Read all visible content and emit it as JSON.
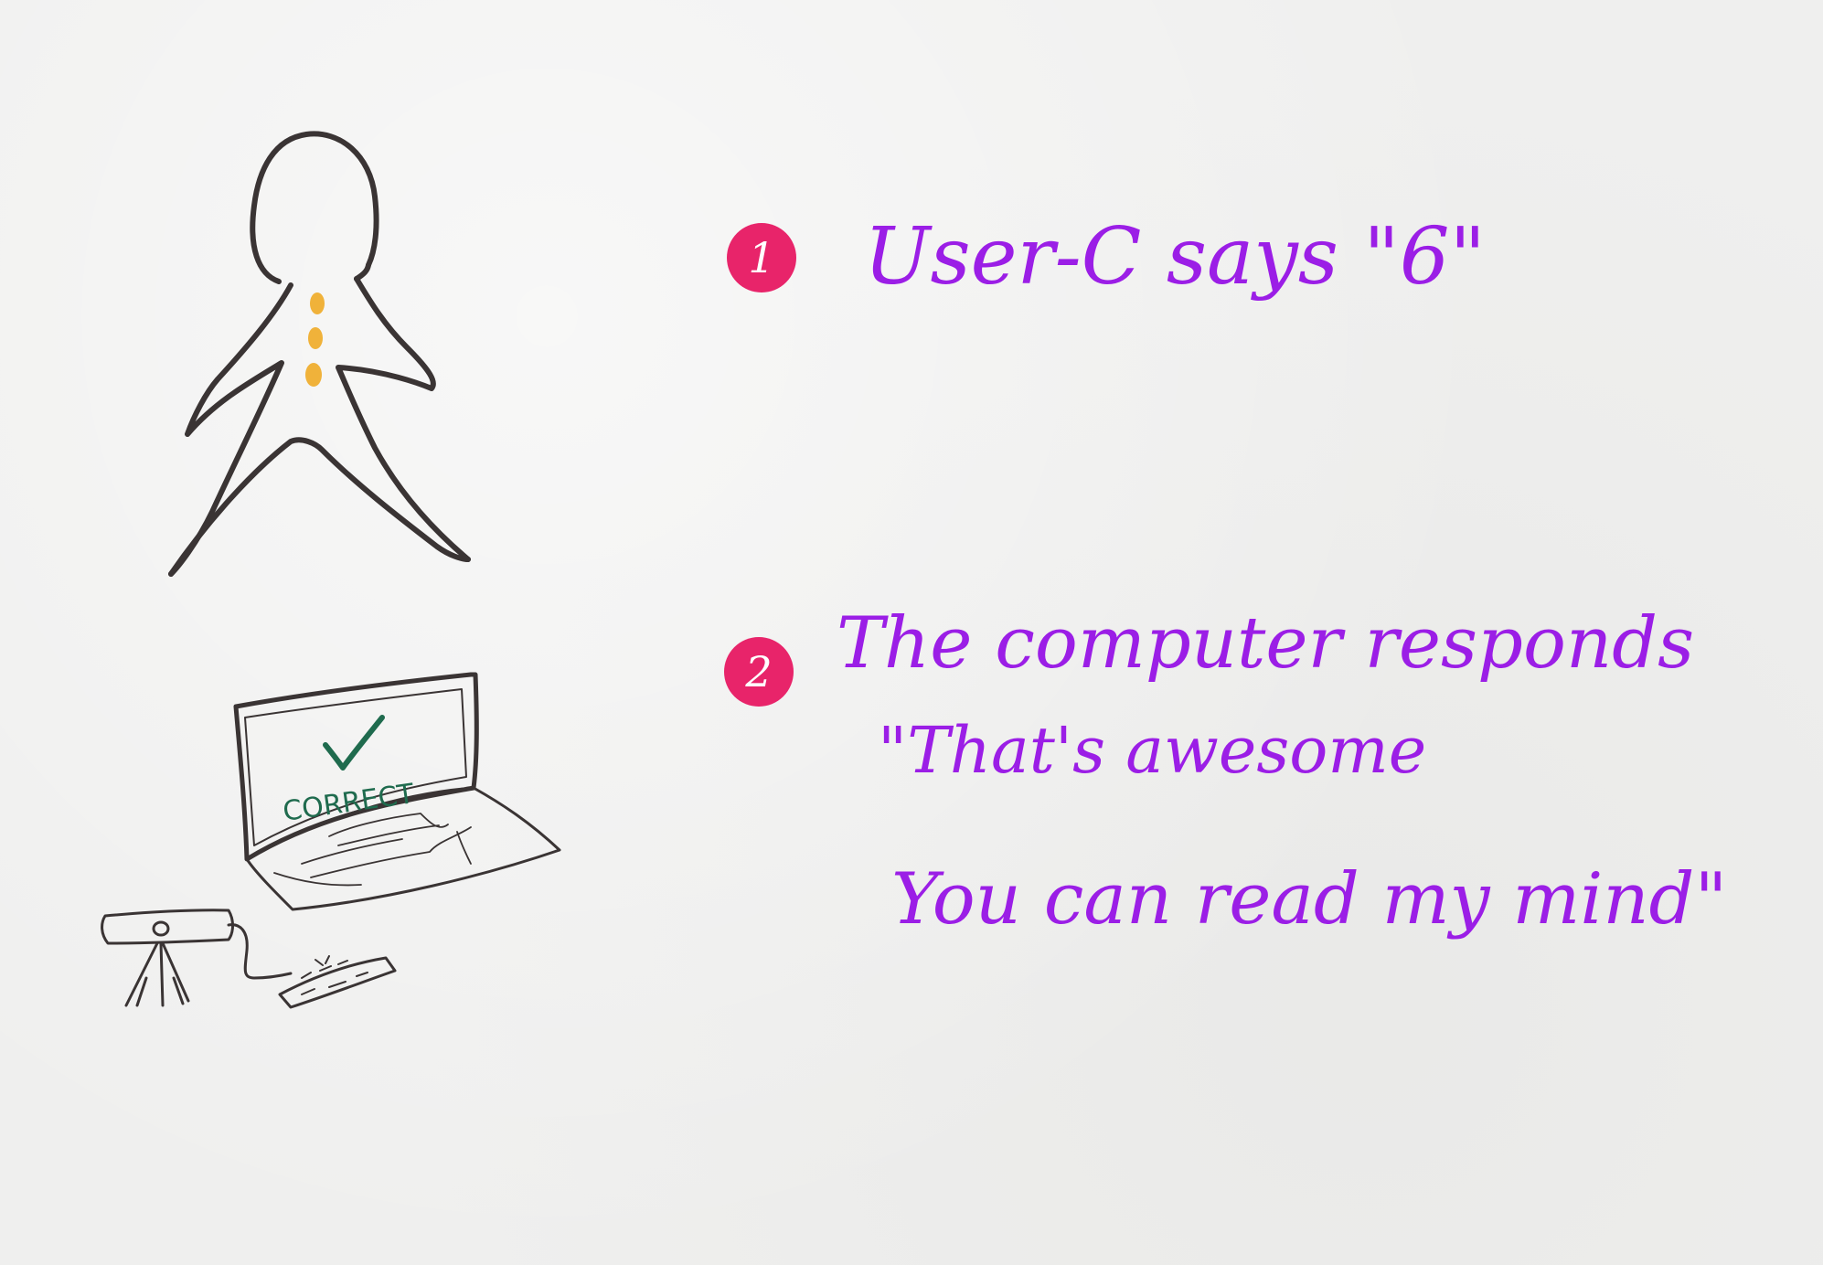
{
  "steps": [
    {
      "number": "1",
      "text": "User-C says \"6\""
    },
    {
      "number": "2",
      "lines": [
        "The computer responds",
        "\"That's awesome",
        "You can read my mind\""
      ]
    }
  ],
  "laptop": {
    "screen_label": "CORRECT"
  },
  "colors": {
    "ink": "#3a3434",
    "handwriting": "#9b1ee6",
    "badge": "#e8246a",
    "marker": "#f0b23a",
    "screen_text": "#1f6b4e"
  }
}
